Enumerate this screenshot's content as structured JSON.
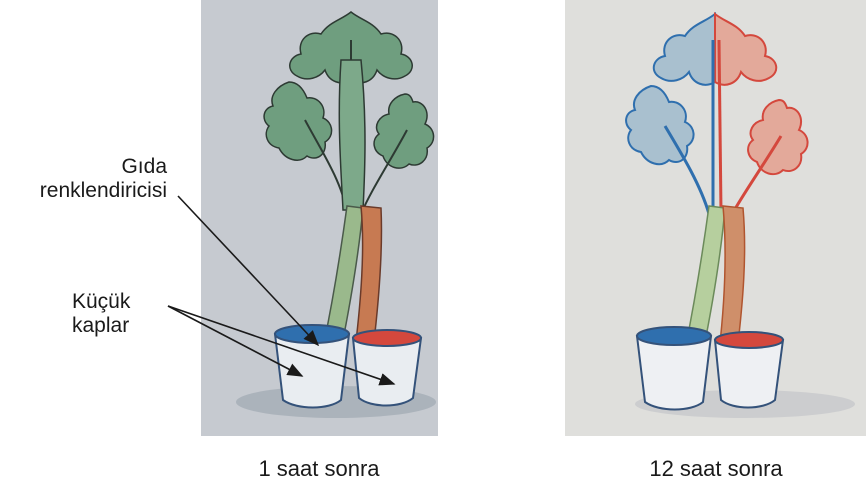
{
  "labels": {
    "food_coloring_line1": "Gıda",
    "food_coloring_line2": "renklendiricisi",
    "small_cups_line1": "Küçük",
    "small_cups_line2": "kaplar"
  },
  "captions": {
    "after_1h": "1 saat sonra",
    "after_12h": "12 saat sonra"
  },
  "colors": {
    "panel_left_bg": "#c6cad0",
    "panel_right_bg": "#dfdfdc",
    "leaf_plain": "#6f9e7f",
    "stem_green": "#8fb68a",
    "dye_blue": "#2f6fae",
    "dye_red": "#d4483d",
    "cup_fill": "#e9edf1",
    "cup_outline": "#34527a"
  },
  "icons": {
    "left_illustration": "celery-in-cups-icon",
    "right_illustration": "dyed-celery-in-cups-icon"
  }
}
